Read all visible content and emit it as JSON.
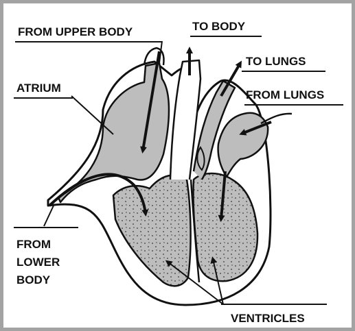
{
  "labels": {
    "from_upper_body": "FROM UPPER BODY",
    "to_body": "TO BODY",
    "to_lungs": "TO LUNGS",
    "from_lungs": "FROM LUNGS",
    "atrium": "ATRIUM",
    "from_lower_body_1": "FROM",
    "from_lower_body_2": "LOWER",
    "from_lower_body_3": "BODY",
    "ventricles": "VENTRICLES"
  },
  "colors": {
    "frame": "#a3a3a3",
    "chamber_fill": "#bdbdbd",
    "outline": "#111111",
    "background": "#ffffff"
  }
}
